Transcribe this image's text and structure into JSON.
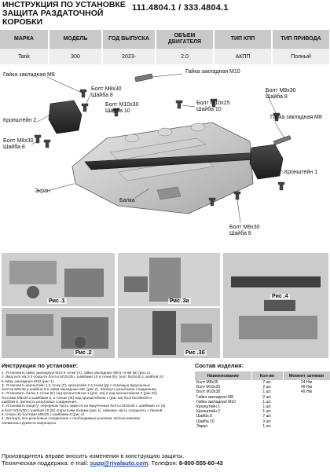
{
  "header": {
    "title_line1": "ИНСТРУКЦИЯ ПО УСТАНОВКЕ",
    "title_line2": "ЗАЩИТА РАЗДАТОЧНОЙ",
    "title_line3": "КОРОБКИ",
    "codes": "111.4804.1 / 333.4804.1"
  },
  "spec_table": {
    "headers": [
      "МАРКА",
      "МОДЕЛЬ",
      "ГОД ВЫПУСКА",
      "ОБЪЕМ ДВИГАТЕЛЯ",
      "ТИП КПП",
      "ТИП ПРИВОДА"
    ],
    "row": [
      "Tank",
      "300",
      "2023-",
      "2.0",
      "АКПП",
      "Полный"
    ]
  },
  "diagram": {
    "callouts": {
      "nut_m8": "Гайка закладная М8",
      "bolt_m8x30_top": "Болт М8х30\nШайба 8",
      "nut_m10": "Гайка закладная М10",
      "bolt_m8x30_right": "Болт М8х30\nШайба 8",
      "bolt_m10x30": "Болт М10х30\nШайба 10",
      "bolt_m10x25": "Болт М10х25\nШайба 10",
      "nut_m8_right": "Гайка закладная М8",
      "bracket_2": "Кронштейн 2",
      "bolt_m8x30_left": "Болт М8х30\nШайба 8",
      "bracket_1": "Кронштейн 1",
      "screen": "Экран",
      "beam": "Балка",
      "bolt_m8x30_bottom": "Болт М8х30\nШайба 8"
    }
  },
  "photos": {
    "fig1": "Рис .1",
    "fig2": "Рис .2",
    "fig3a": "Рис .3а",
    "fig3b": "Рис .3б",
    "fig4": "Рис .4"
  },
  "instructions": {
    "title": "Инструкция по установке:",
    "steps": [
      "1. Установить гайку закладную М10 в точки (А), гайки закладные М8 в точки (Б) (рис.1).",
      "2. Вкрутить на 2-3 оборота болты М10х25 с шайбами 10 в точки (В), болт М10х30 с шайбой 10",
      "в гайку закладную М10 (рис.1).",
      "3. Установить кронштейн 1 в точку (Г), кронштейн 2 в точки (Д) с помощью вкрученных",
      "болтов М8х30 и шайбой 8 в гайки закладные М8, (рис.2). Затянуть резьбовые соединения.",
      "3. Установить балку в точки (Е) над кронштейном 1 (рис. 3а) и над кронштейном 2 (рис.3б)",
      "болтами М8х30 и шайбами 8, в точках (Ж) над кронштейном 1 (рис.3а) болтом М8х30 и",
      "шайбой 8. Затянуть резьбовые соединения.",
      "3. Установить защиту: переднюю часть завести на вкрученные болты М10х25 с шайбами 10 (З)",
      "и болт М10х30 с шайбой 10 (И) открытыми пазами (рис.1), нижнюю часть соединить с балкой",
      "в точках (К) болтами М8х30 с шайбами 8 (рис.4).",
      "4. Затянуть все резьбовые соединения с необходимым усилием. Использование",
      "пневмоинструмента запрещено."
    ]
  },
  "components": {
    "title": "Состав изделия:",
    "headers": [
      "Наименование",
      "Кол-во",
      "Момент затяжки"
    ],
    "rows": [
      [
        "Болт М8х30",
        "7 шт.",
        "24 Нм"
      ],
      [
        "Болт М10х25",
        "2 шт.",
        "49 Нм"
      ],
      [
        "Болт М10х30",
        "1 шт.",
        "49 Нм"
      ],
      [
        "Гайка закладная М8",
        "2 шт.",
        ""
      ],
      [
        "Гайка закладная М10",
        "1 шт.",
        ""
      ],
      [
        "Кронштейн 1",
        "1 шт.",
        ""
      ],
      [
        "Кронштейн 2",
        "1 шт.",
        ""
      ],
      [
        "Шайба 8",
        "7 шт.",
        ""
      ],
      [
        "Шайба 10",
        "3 шт.",
        ""
      ],
      [
        "Экран",
        "1 шт.",
        ""
      ]
    ]
  },
  "footer": {
    "line1": "Производитель вправе вносить изменения в конструкцию защиты.",
    "line2_prefix": "Техническая поддержка:  e-mail: ",
    "email": "supp@rivalauto.com",
    "phone_prefix": "; Телефон: ",
    "phone": "8-800-555-60-43"
  },
  "colors": {
    "header_fill": "#c9c9c9",
    "row_fill": "#eeeeee",
    "link_blue": "#1a4fb3"
  }
}
